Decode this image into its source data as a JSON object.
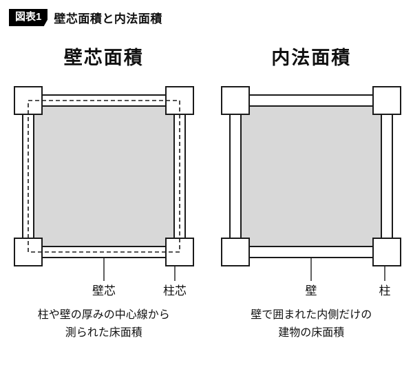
{
  "header": {
    "badge": "図表1",
    "title": "壁芯面積と内法面積"
  },
  "left": {
    "heading": "壁芯面積",
    "label_wall_center": "壁芯",
    "label_pillar_center": "柱芯",
    "caption_line1": "柱や壁の厚みの中心線から",
    "caption_line2": "測られた床面積"
  },
  "right": {
    "heading": "内法面積",
    "label_wall": "壁",
    "label_pillar": "柱",
    "caption_line1": "壁で囲まれた内側だけの",
    "caption_line2": "建物の床面積"
  },
  "colors": {
    "floor_fill": "#d8d8d8",
    "line": "#1a1a1a",
    "badge_bg": "#000000",
    "badge_text": "#ffffff"
  }
}
